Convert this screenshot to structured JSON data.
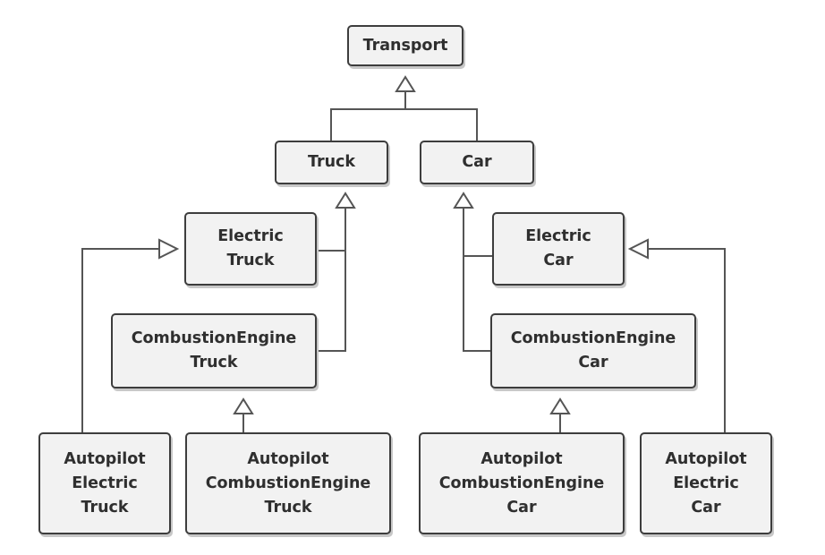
{
  "diagram": {
    "nodes": {
      "transport": [
        "Transport"
      ],
      "truck": [
        "Truck"
      ],
      "car": [
        "Car"
      ],
      "electric_truck": [
        "Electric",
        "Truck"
      ],
      "combustion_truck": [
        "CombustionEngine",
        "Truck"
      ],
      "electric_car": [
        "Electric",
        "Car"
      ],
      "combustion_car": [
        "CombustionEngine",
        "Car"
      ],
      "autopilot_electric_truck": [
        "Autopilot",
        "Electric",
        "Truck"
      ],
      "autopilot_combustion_truck": [
        "Autopilot",
        "CombustionEngine",
        "Truck"
      ],
      "autopilot_combustion_car": [
        "Autopilot",
        "CombustionEngine",
        "Car"
      ],
      "autopilot_electric_car": [
        "Autopilot",
        "Electric",
        "Car"
      ]
    },
    "edges": [
      {
        "from": "truck",
        "to": "transport",
        "type": "inheritance"
      },
      {
        "from": "car",
        "to": "transport",
        "type": "inheritance"
      },
      {
        "from": "electric_truck",
        "to": "truck",
        "type": "inheritance"
      },
      {
        "from": "combustion_truck",
        "to": "truck",
        "type": "inheritance"
      },
      {
        "from": "electric_car",
        "to": "car",
        "type": "inheritance"
      },
      {
        "from": "combustion_car",
        "to": "car",
        "type": "inheritance"
      },
      {
        "from": "autopilot_electric_truck",
        "to": "electric_truck",
        "type": "inheritance"
      },
      {
        "from": "autopilot_combustion_truck",
        "to": "combustion_truck",
        "type": "inheritance"
      },
      {
        "from": "autopilot_combustion_car",
        "to": "combustion_car",
        "type": "inheritance"
      },
      {
        "from": "autopilot_electric_car",
        "to": "electric_car",
        "type": "inheritance"
      }
    ]
  }
}
